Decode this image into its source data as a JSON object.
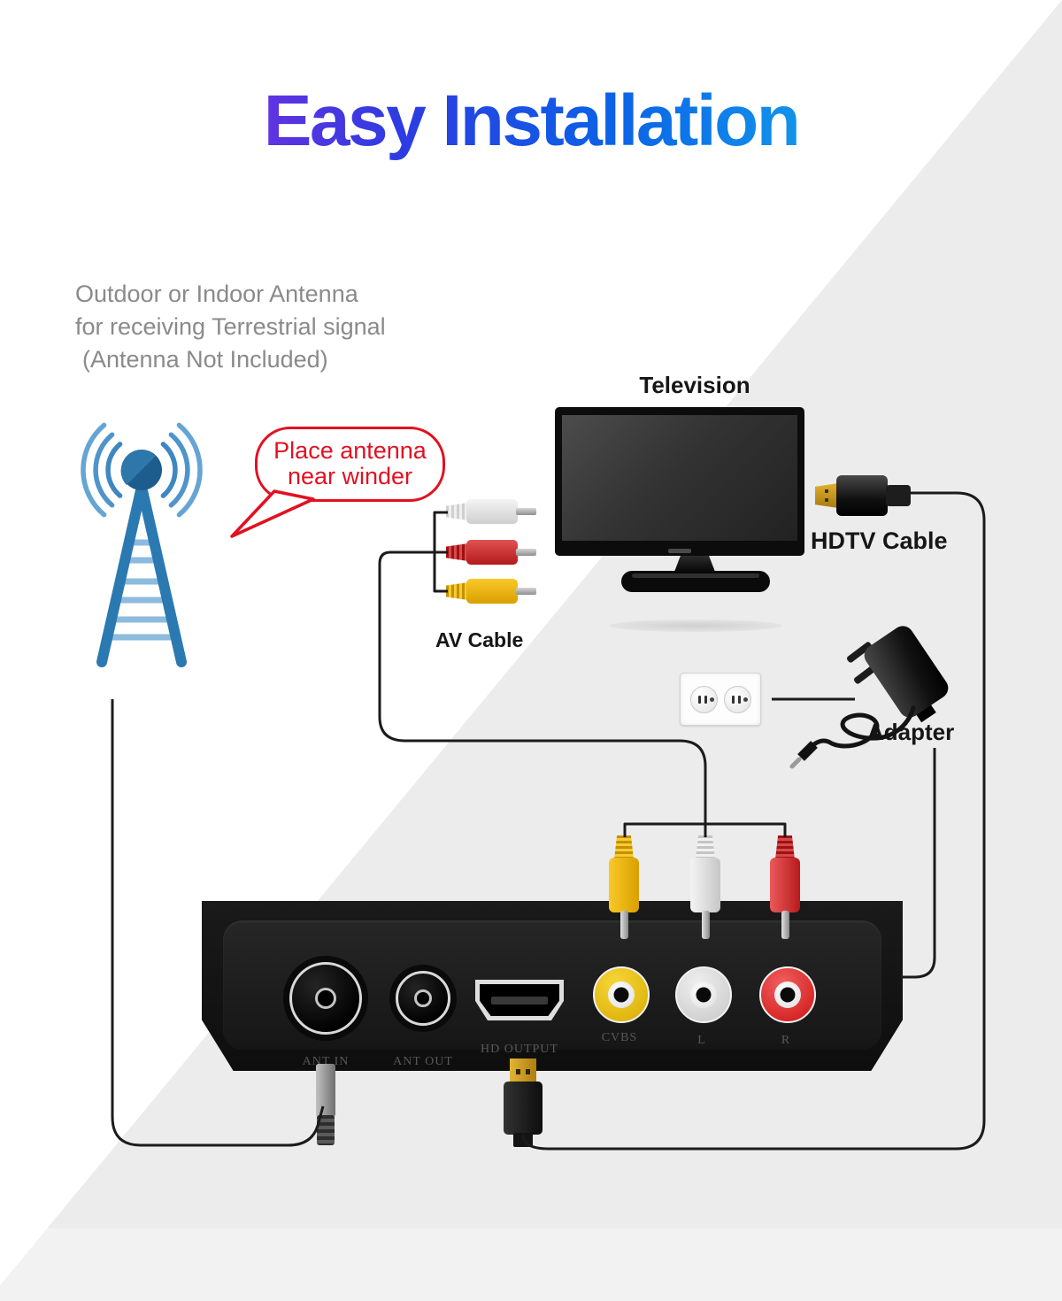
{
  "title": {
    "text": "Easy Installation"
  },
  "antenna_note": {
    "line1": "Outdoor or Indoor Antenna",
    "line2": "for receiving Terrestrial signal",
    "line3": "(Antenna Not Included)"
  },
  "speech_bubble": {
    "line1": "Place antenna",
    "line2": "near winder"
  },
  "labels": {
    "television": "Television",
    "hdtv_cable": "HDTV Cable",
    "av_cable": "AV Cable",
    "adapter": "Adapter"
  },
  "device": {
    "ports": [
      {
        "label": "ANT IN"
      },
      {
        "label": "ANT OUT"
      },
      {
        "label": "HD OUTPUT"
      },
      {
        "label": "CVBS"
      },
      {
        "label": "L"
      },
      {
        "label": "R"
      }
    ]
  },
  "colors": {
    "title_gradient_start": "#c818ea",
    "title_gradient_middle": "#0b63e6",
    "title_gradient_end": "#27d8ee",
    "note_text": "#8a8a8a",
    "bubble_red": "#e21021",
    "wire_black": "#1b1b1b",
    "antenna_blue": "#2b79b1",
    "signal_arc_blue": "#4f94ca",
    "rca_yellow": "#e9b400",
    "rca_white": "#e9e9e9",
    "rca_red": "#cc2224",
    "background_gray": "#ececec"
  }
}
